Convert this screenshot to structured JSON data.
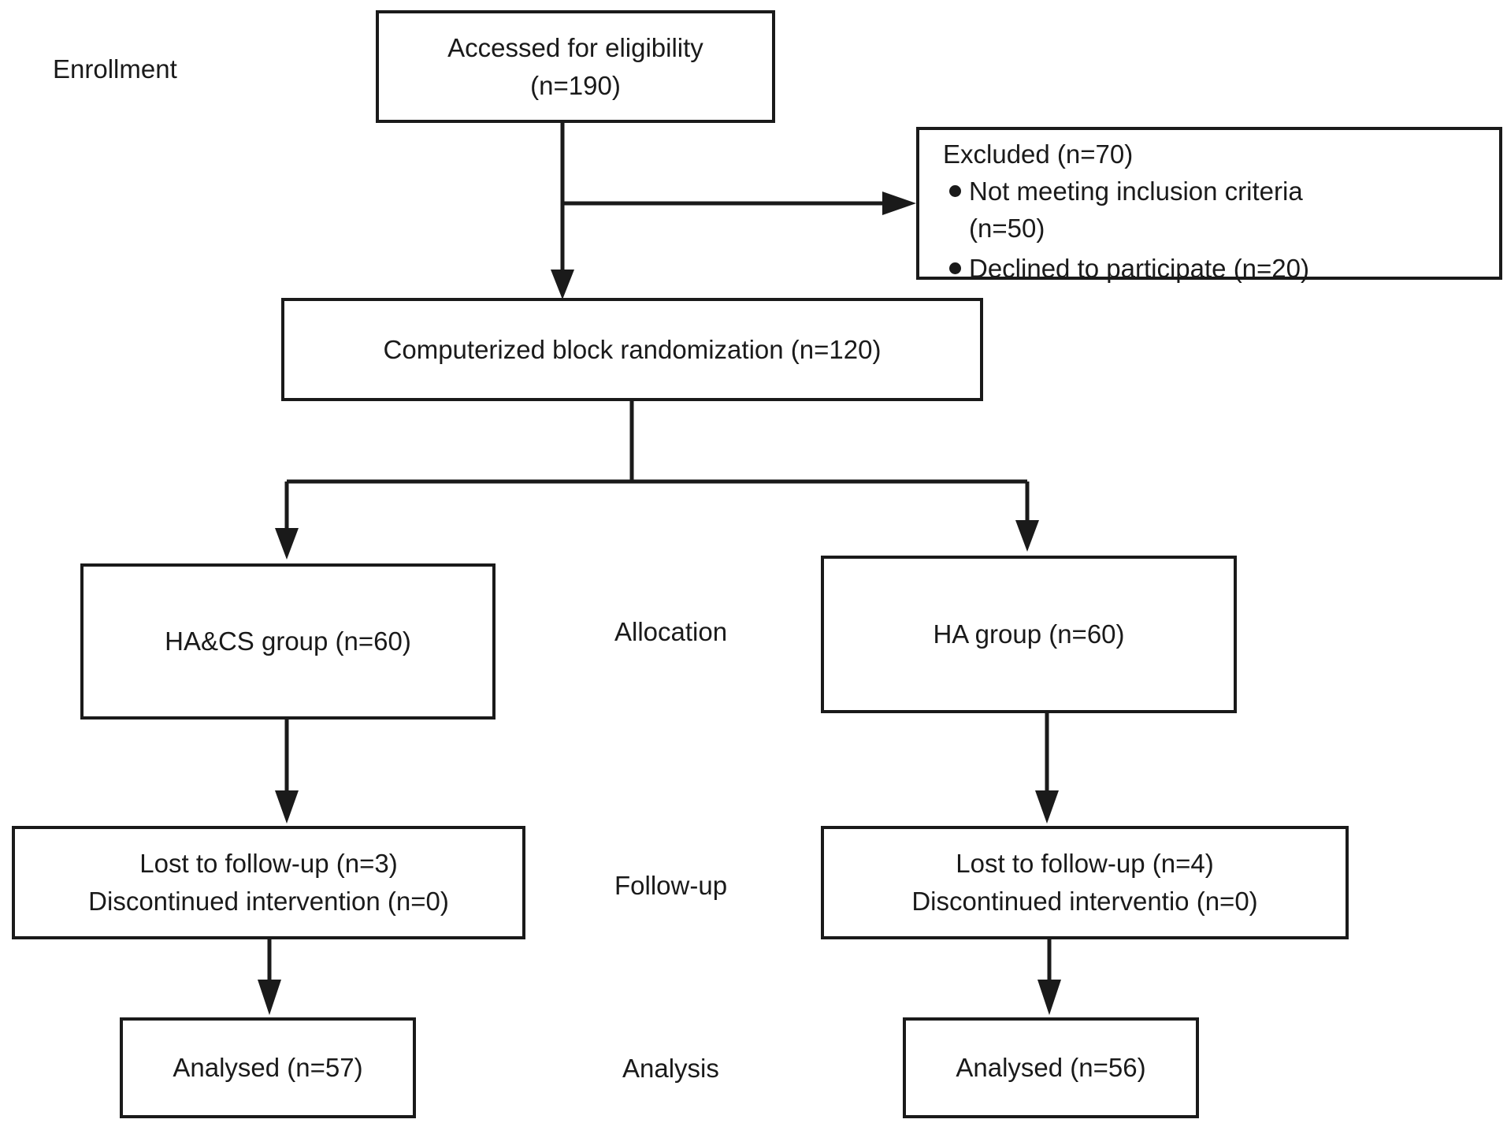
{
  "stages": {
    "enrollment": "Enrollment",
    "allocation": "Allocation",
    "follow_up": "Follow-up",
    "analysis": "Analysis"
  },
  "eligibility": {
    "line1": "Accessed for eligibility",
    "line2": "(n=190)"
  },
  "excluded": {
    "title": "Excluded (n=70)",
    "items": [
      {
        "line1": "Not meeting inclusion criteria",
        "line2": "(n=50)"
      },
      {
        "line1": "Declined to participate (n=20)"
      }
    ]
  },
  "randomization": {
    "label": "Computerized block randomization (n=120)"
  },
  "groups": [
    {
      "allocation": "HA&CS group (n=60)",
      "follow_up": [
        "Lost to follow-up (n=3)",
        "Discontinued intervention (n=0)"
      ],
      "analysis": "Analysed (n=57)"
    },
    {
      "allocation": "HA group (n=60)",
      "follow_up": [
        "Lost to follow-up (n=4)",
        "Discontinued interventio (n=0)"
      ],
      "analysis": "Analysed (n=56)"
    }
  ],
  "colors": {
    "ink": "#1a1a1a",
    "background": "#ffffff"
  }
}
